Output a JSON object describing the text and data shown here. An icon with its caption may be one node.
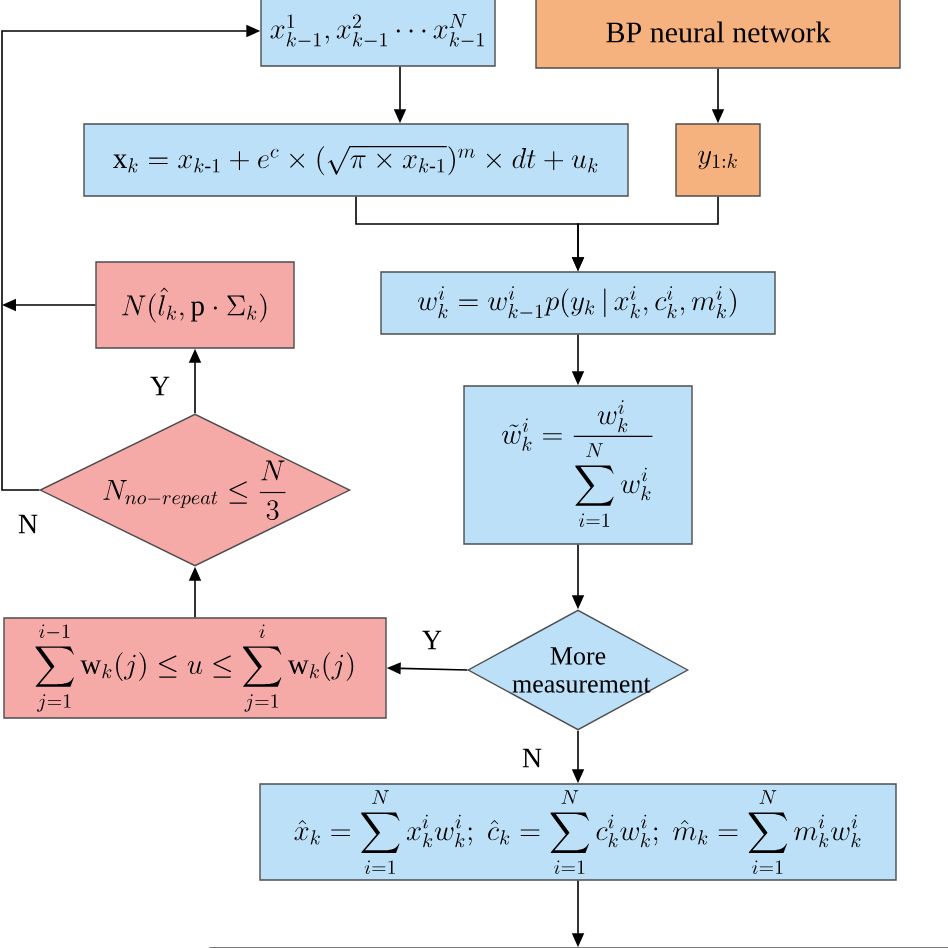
{
  "diagram": {
    "nodes": [
      {
        "text": [
          "x^{1}_{k-1}, x^{2}_{k-1} \\cdots x^{N}_{k-1}"
        ]
      },
      {
        "text": [
          "BP neural network"
        ]
      },
      {
        "text": [
          "\\mathrm{x}_{k} = x_{k\\text{-}1} + e^{c} \\times (\\sqrt{\\pi \\times x_{k\\text{-}1}})^{m} \\times dt + u_{k}"
        ]
      },
      {
        "text": [
          "y_{1:k}"
        ]
      },
      {
        "text": [
          "w^{i}_{k} = w^{i}_{k-1} p(y_{k} \\,|\\, x^{i}_{k}, c^{i}_{k}, m^{i}_{k})"
        ]
      },
      {
        "text": [
          "N(\\hat{l}_{k}, \\mathrm{p} \\cdot \\Sigma_{k})"
        ]
      },
      {
        "text": [
          "N_{no-repeat} \\le \\frac{N}{3}"
        ]
      },
      {
        "text": [
          "\\tilde{w}^{i}_{k} = \\frac{w^{i}_{k}}{\\displaystyle\\sum_{i=1}^{N} w^{i}_{k}}"
        ]
      },
      {
        "text": [
          "More measurement"
        ]
      },
      {
        "text": [
          "\\sum_{j=1}^{i-1} \\mathrm{w}_{k}(j) \\le u \\le \\sum_{j=1}^{i} \\mathrm{w}_{k}(j)"
        ]
      },
      {
        "text": [
          "\\hat{x}_{k} = \\sum_{i=1}^{N} x^{i}_{k} w^{i}_{k};\\; \\hat{c}_{k} = \\sum_{i=1}^{N} c^{i}_{k} w^{i}_{k};\\; \\hat{m}_{k} = \\sum_{i=1}^{N} m^{i}_{k} w^{i}_{k}"
        ]
      },
      {
        "text": [],
        "shape": "box"
      }
    ],
    "edges": [
      {
        "from": 6,
        "to": 0,
        "arrow": "to",
        "label": "N"
      },
      {
        "from": 5,
        "to": null,
        "arrow": "to"
      },
      {
        "from": 0,
        "to": 2,
        "arrow": "to"
      },
      {
        "from": 1,
        "to": 3,
        "arrow": "to"
      },
      {
        "from": 2,
        "to": 4,
        "arrow": "to"
      },
      {
        "from": 3,
        "to": 4,
        "arrow": "to"
      },
      {
        "from": 4,
        "to": 7,
        "arrow": "to"
      },
      {
        "from": 7,
        "to": 8,
        "arrow": "to"
      },
      {
        "from": 8,
        "to": 9,
        "arrow": "to",
        "label": "Y"
      },
      {
        "from": 9,
        "to": 6,
        "arrow": "to"
      },
      {
        "from": 6,
        "to": 5,
        "arrow": "to",
        "label": "Y"
      },
      {
        "from": 8,
        "to": 10,
        "arrow": "to",
        "label": "N"
      },
      {
        "from": 10,
        "to": 11,
        "arrow": "to"
      }
    ]
  }
}
